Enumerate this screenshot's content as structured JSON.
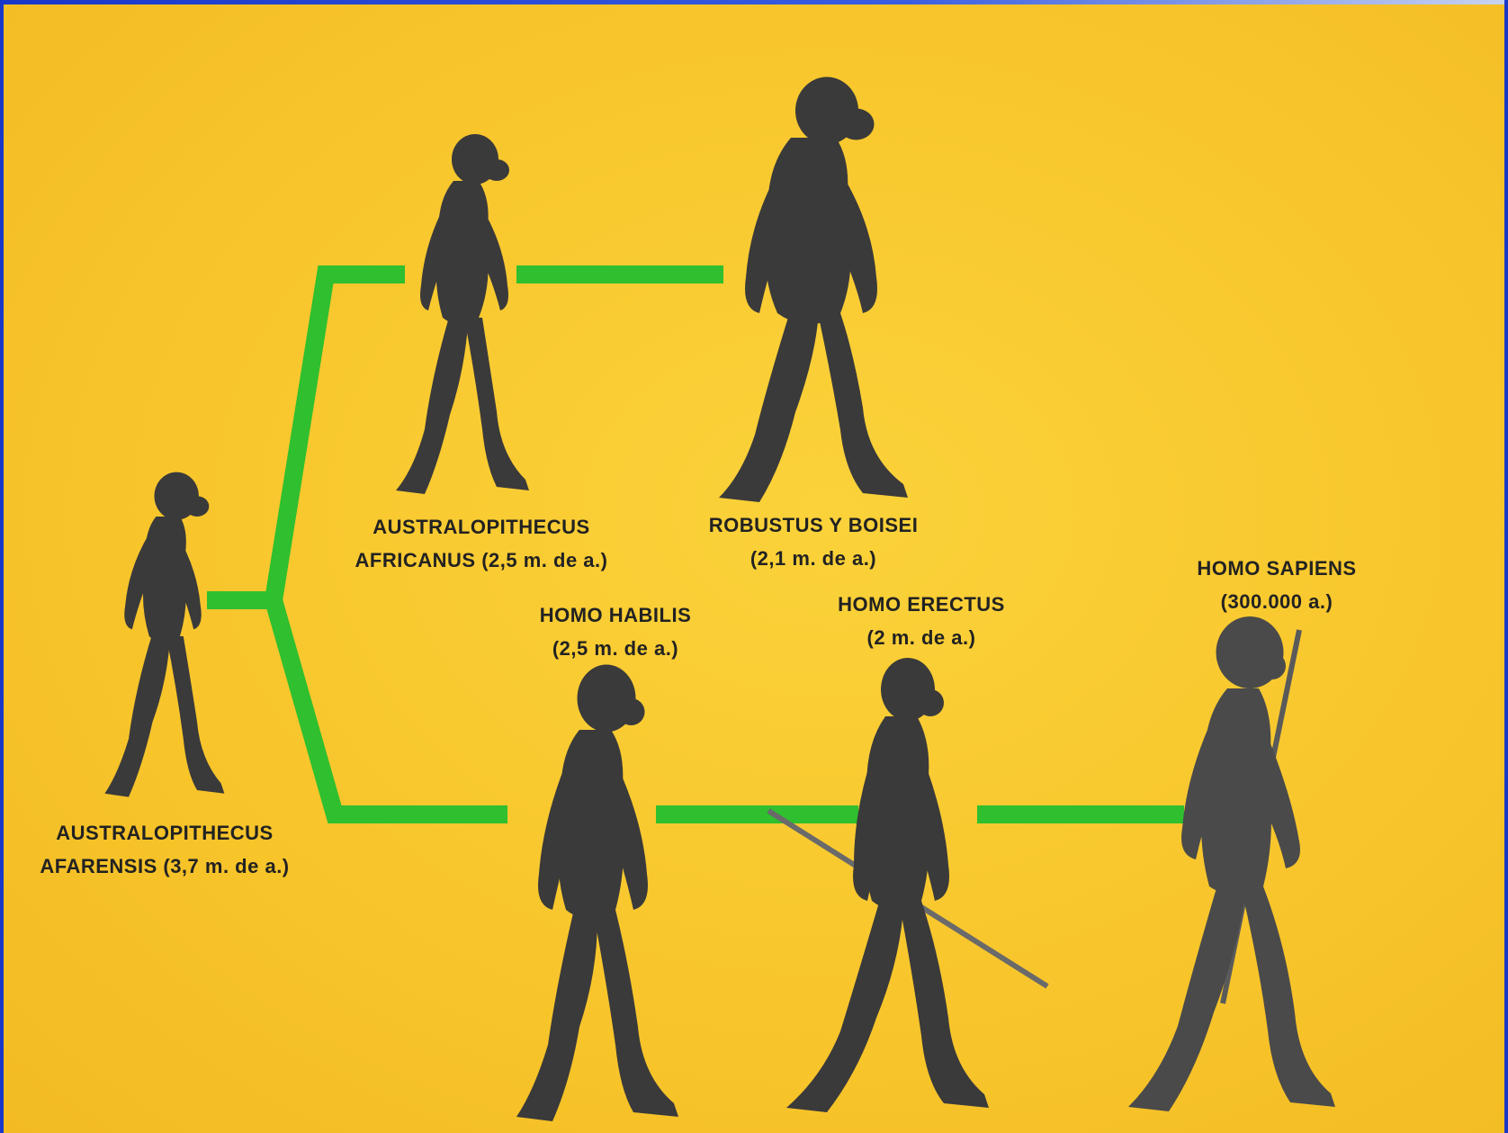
{
  "colors": {
    "background": "#f8c62c",
    "frame": "#1f3fd6",
    "branch_line": "#2fbf2f",
    "figure": "#3a3a3a",
    "label_text": "#222222"
  },
  "species": [
    {
      "id": "afarensis",
      "line1": "AUSTRALOPITHECUS",
      "line2": "AFARENSIS (3,7 m. de a.)"
    },
    {
      "id": "africanus",
      "line1": "AUSTRALOPITHECUS",
      "line2": "AFRICANUS (2,5 m. de a.)"
    },
    {
      "id": "robustus",
      "line1": "ROBUSTUS Y BOISEI",
      "line2": "(2,1 m. de a.)"
    },
    {
      "id": "habilis",
      "line1": "HOMO HABILIS",
      "line2": "(2,5 m. de a.)"
    },
    {
      "id": "erectus",
      "line1": "HOMO ERECTUS",
      "line2": "(2 m. de a.)"
    },
    {
      "id": "sapiens",
      "line1": "HOMO SAPIENS",
      "line2": "(300.000 a.)"
    }
  ]
}
